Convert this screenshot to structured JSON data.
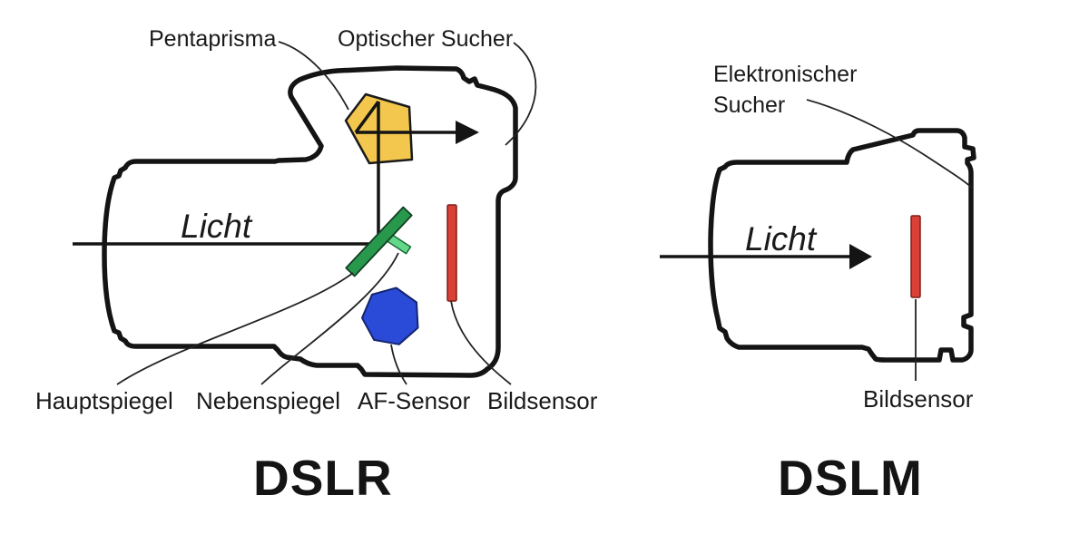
{
  "diagram": {
    "dslr": {
      "title": "DSLR",
      "pentaprism_label": "Pentaprisma",
      "optical_viewfinder_label": "Optischer Sucher",
      "light_label": "Licht",
      "main_mirror_label": "Hauptspiegel",
      "sub_mirror_label": "Nebenspiegel",
      "af_sensor_label": "AF-Sensor",
      "image_sensor_label": "Bildsensor"
    },
    "dslm": {
      "title": "DSLM",
      "evf_label_line1": "Elektronischer",
      "evf_label_line2": "Sucher",
      "light_label": "Licht",
      "image_sensor_label": "Bildsensor"
    },
    "colors": {
      "pentaprism": "#F3C74E",
      "main_mirror": "#27984C",
      "sub_mirror": "#62D888",
      "af_sensor": "#2A4BD7",
      "image_sensor": "#D84038",
      "outline": "#141414"
    }
  }
}
